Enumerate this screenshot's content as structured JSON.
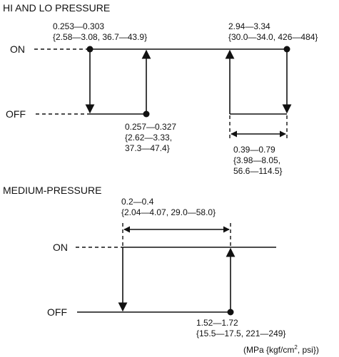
{
  "top": {
    "title": "HI AND LO PRESSURE",
    "on_label": "ON",
    "off_label": "OFF",
    "point_a": [
      "0.253—0.303",
      "{2.58—3.08, 36.7—43.9}"
    ],
    "point_b": [
      "0.257—0.327",
      "{2.62—3.33,",
      "37.3—47.4}"
    ],
    "point_c": [
      "2.94—3.34",
      "{30.0—34.0, 426—484}"
    ],
    "hysteresis": [
      "0.39—0.79",
      "{3.98—8.05,",
      "56.6—114.5}"
    ]
  },
  "medium": {
    "title": "MEDIUM-PRESSURE",
    "on_label": "ON",
    "off_label": "OFF",
    "hysteresis": [
      "0.2—0.4",
      "{2.04—4.07, 29.0—58.0}"
    ],
    "point_on": [
      "1.52—1.72",
      "{15.5—17.5, 221—249}"
    ]
  },
  "units": {
    "prefix": "(MPa {kgf/cm",
    "superscript": "2",
    "suffix": ", psi})"
  }
}
